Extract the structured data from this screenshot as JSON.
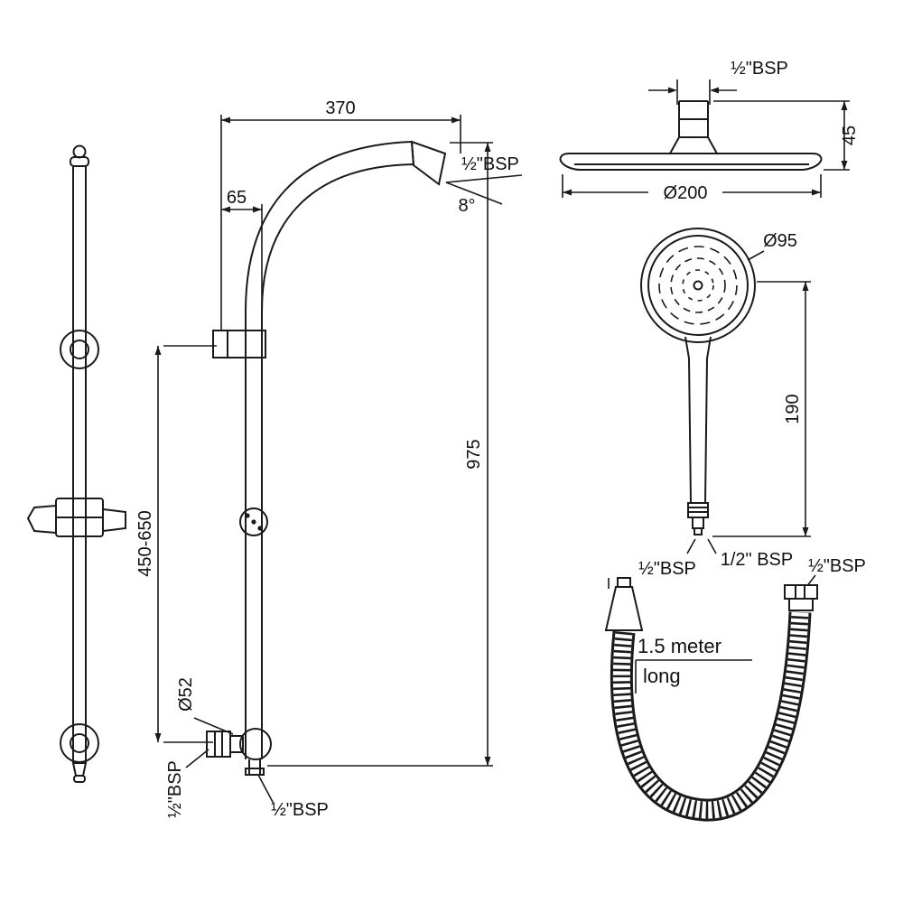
{
  "drawing": {
    "description": "Shower system technical drawing with dimensions",
    "colors": {
      "line": "#1a1a1a",
      "background": "#ffffff",
      "text": "#111111"
    },
    "column": {
      "dim_370": "370",
      "dim_65": "65",
      "bsp_outlet": "½\"BSP",
      "angle_8": "8°",
      "dim_975": "975",
      "dim_450_650": "450-650",
      "dia_52": "Ø52",
      "bsp_inlet_side": "½\"BSP",
      "bsp_inlet_bottom": "½\"BSP"
    },
    "overhead": {
      "bsp": "½\"BSP",
      "dim_45": "45",
      "dia_200": "Ø200"
    },
    "handshower": {
      "dia_95": "Ø95",
      "dim_190": "190",
      "bsp": "1/2\" BSP"
    },
    "hose": {
      "bsp_left": "½\"BSP",
      "bsp_right": "½\"BSP",
      "length_line1": "1.5 meter",
      "length_line2": "long"
    }
  }
}
